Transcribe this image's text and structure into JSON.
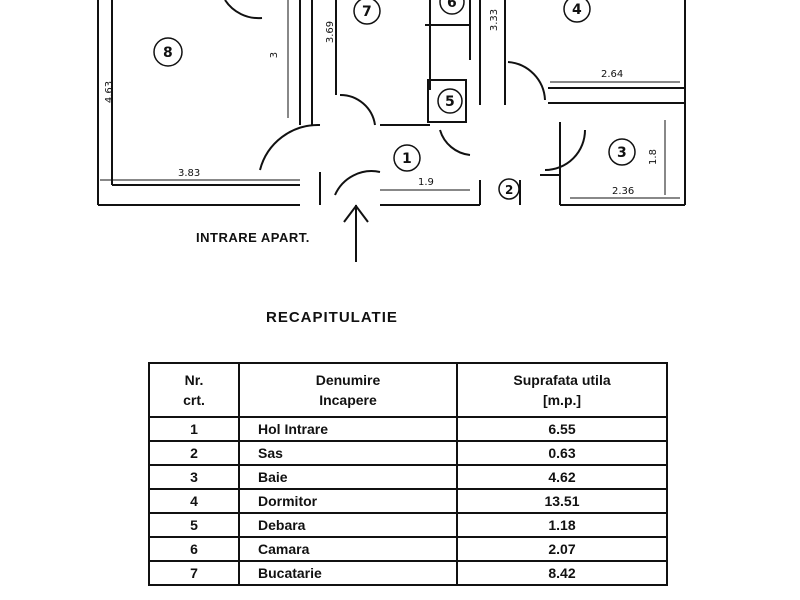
{
  "plan": {
    "rooms": [
      "1",
      "2",
      "3",
      "4",
      "5",
      "6",
      "7",
      "8"
    ],
    "dimensions": {
      "d463": "4.63",
      "d383": "3.83",
      "d3": "3",
      "d369": "3.69",
      "d333": "3.33",
      "d264": "2.64",
      "d19": "1.9",
      "d18": "1.8",
      "d236": "2.36"
    },
    "entry_label": "INTRARE APART."
  },
  "recap": {
    "title": "RECAPITULATIE",
    "headers": {
      "nr_line1": "Nr.",
      "nr_line2": "crt.",
      "name_line1": "Denumire",
      "name_line2": "Incapere",
      "area_line1": "Suprafata utila",
      "area_line2": "[m.p.]"
    },
    "rows": [
      {
        "nr": "1",
        "name": "Hol Intrare",
        "area": "6.55"
      },
      {
        "nr": "2",
        "name": "Sas",
        "area": "0.63"
      },
      {
        "nr": "3",
        "name": "Baie",
        "area": "4.62"
      },
      {
        "nr": "4",
        "name": "Dormitor",
        "area": "13.51"
      },
      {
        "nr": "5",
        "name": "Debara",
        "area": "1.18"
      },
      {
        "nr": "6",
        "name": "Camara",
        "area": "2.07"
      },
      {
        "nr": "7",
        "name": "Bucatarie",
        "area": "8.42"
      }
    ]
  }
}
